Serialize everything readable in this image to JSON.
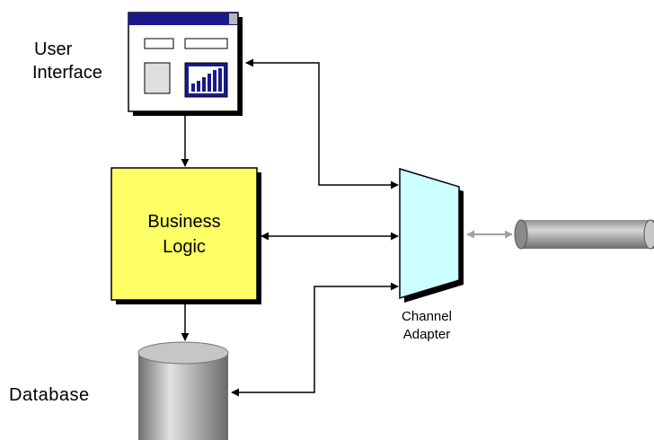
{
  "labels": {
    "user_interface_line1": "User",
    "user_interface_line2": "Interface",
    "business_logic_line1": "Business",
    "business_logic_line2": "Logic",
    "database": "Database",
    "channel_adapter_line1": "Channel",
    "channel_adapter_line2": "Adapter"
  },
  "colors": {
    "business_logic_fill": "#ffff66",
    "adapter_fill": "#ccffff",
    "window_titlebar": "#1a1a8c",
    "database_gray": "#9a9a9a",
    "arrow_gray": "#a0a0a0"
  },
  "icons": {
    "ui_chart": "bar-chart-icon"
  }
}
